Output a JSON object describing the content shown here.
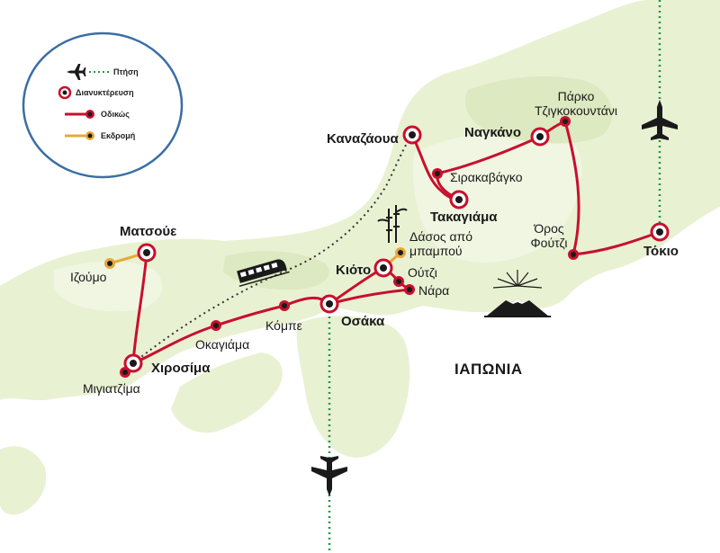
{
  "legend": {
    "flight": "Πτήση",
    "overnight": "Διανυκτέρευση",
    "road": "Οδικώς",
    "excursion": "Εκδρομή"
  },
  "country": "ΙΑΠΩΝΙΑ",
  "cities": {
    "kanazawa": "Καναζάουα",
    "nagano": "Ναγκάνο",
    "park": [
      "Πάρκο",
      "Τζιγκοκουντάνι"
    ],
    "shirakawago": "Σιρακαβάγκο",
    "takayama": "Τακαγιάμα",
    "fuji": [
      "Όρος",
      "Φούτζι"
    ],
    "tokyo": "Τόκιο",
    "matsue": "Ματσούε",
    "izumo": "Ιζούμο",
    "bamboo": [
      "Δάσος από",
      "μπαμπού"
    ],
    "kyoto": "Κιότο",
    "otsu": "Ούτζι",
    "nara": "Νάρα",
    "osaka": "Οσάκα",
    "kobe": "Κόμπε",
    "okayama": "Οκαγιάμα",
    "hiroshima": "Χιροσίμα",
    "miyajima": "Μιγιατζίμα"
  },
  "colors": {
    "sea": "#ffffff",
    "land": "#e9f1d3",
    "land_light": "#f1f6e2",
    "land_dark": "#dde9c0",
    "route": "#c8102e",
    "excursion": "#e8a838",
    "flight": "#1f9a4a",
    "train_path": "#333333"
  }
}
